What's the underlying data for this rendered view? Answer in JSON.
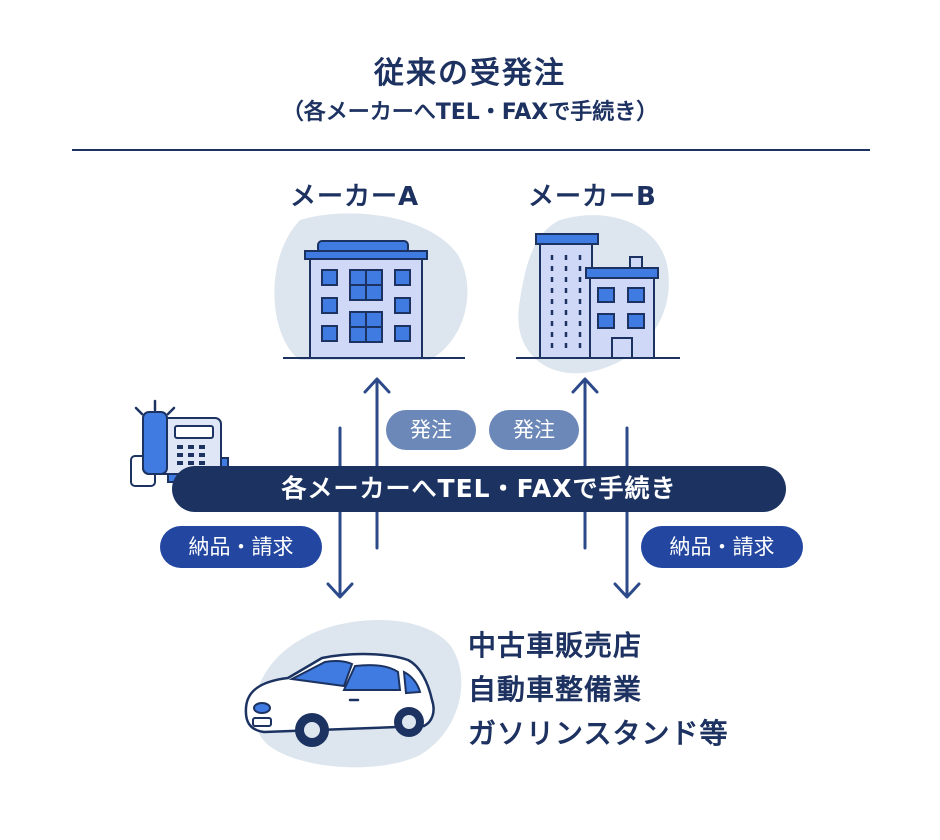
{
  "header": {
    "title": "従来の受発注",
    "subtitle": "（各メーカーへTEL・FAXで手続き）"
  },
  "makers": [
    {
      "label": "メーカーA"
    },
    {
      "label": "メーカーB"
    }
  ],
  "flow": {
    "order_label": "発注",
    "delivery_label": "納品・請求",
    "banner": "各メーカーへTEL・FAXで手続き"
  },
  "customers": {
    "lines": [
      "中古車販売店",
      "自動車整備業",
      "ガソリンスタンド等"
    ]
  },
  "colors": {
    "navy": "#1c3362",
    "blue": "#2346a0",
    "order_pill": "#6c88b8",
    "blob": "#dde6ee",
    "building_fill": "#cfd8f7",
    "accent": "#3f7be0"
  },
  "icons": [
    "office-building-icon",
    "tower-building-icon",
    "fax-phone-icon",
    "car-icon"
  ]
}
